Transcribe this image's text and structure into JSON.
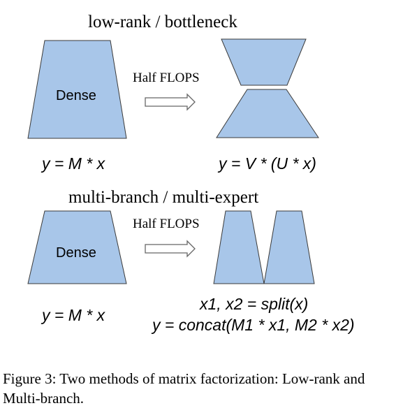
{
  "sections": {
    "top_title": "low-rank / bottleneck",
    "bottom_title": "multi-branch / multi-expert"
  },
  "top": {
    "dense_label": "Dense",
    "arrow_label": "Half FLOPS",
    "left_formula": "y = M * x",
    "right_formula": "y = V * (U * x)"
  },
  "bottom": {
    "dense_label": "Dense",
    "arrow_label": "Half FLOPS",
    "left_formula": "y = M * x",
    "right_formula_line1": "x1, x2 = split(x)",
    "right_formula_line2": "y = concat(M1 * x1, M2 * x2)"
  },
  "caption": "Figure 3: Two methods of matrix factorization: Low-rank and Multi-branch.",
  "colors": {
    "shape_fill": "#a8c6e9",
    "shape_stroke": "#3a3a3a",
    "arrow_stroke": "#666666"
  }
}
